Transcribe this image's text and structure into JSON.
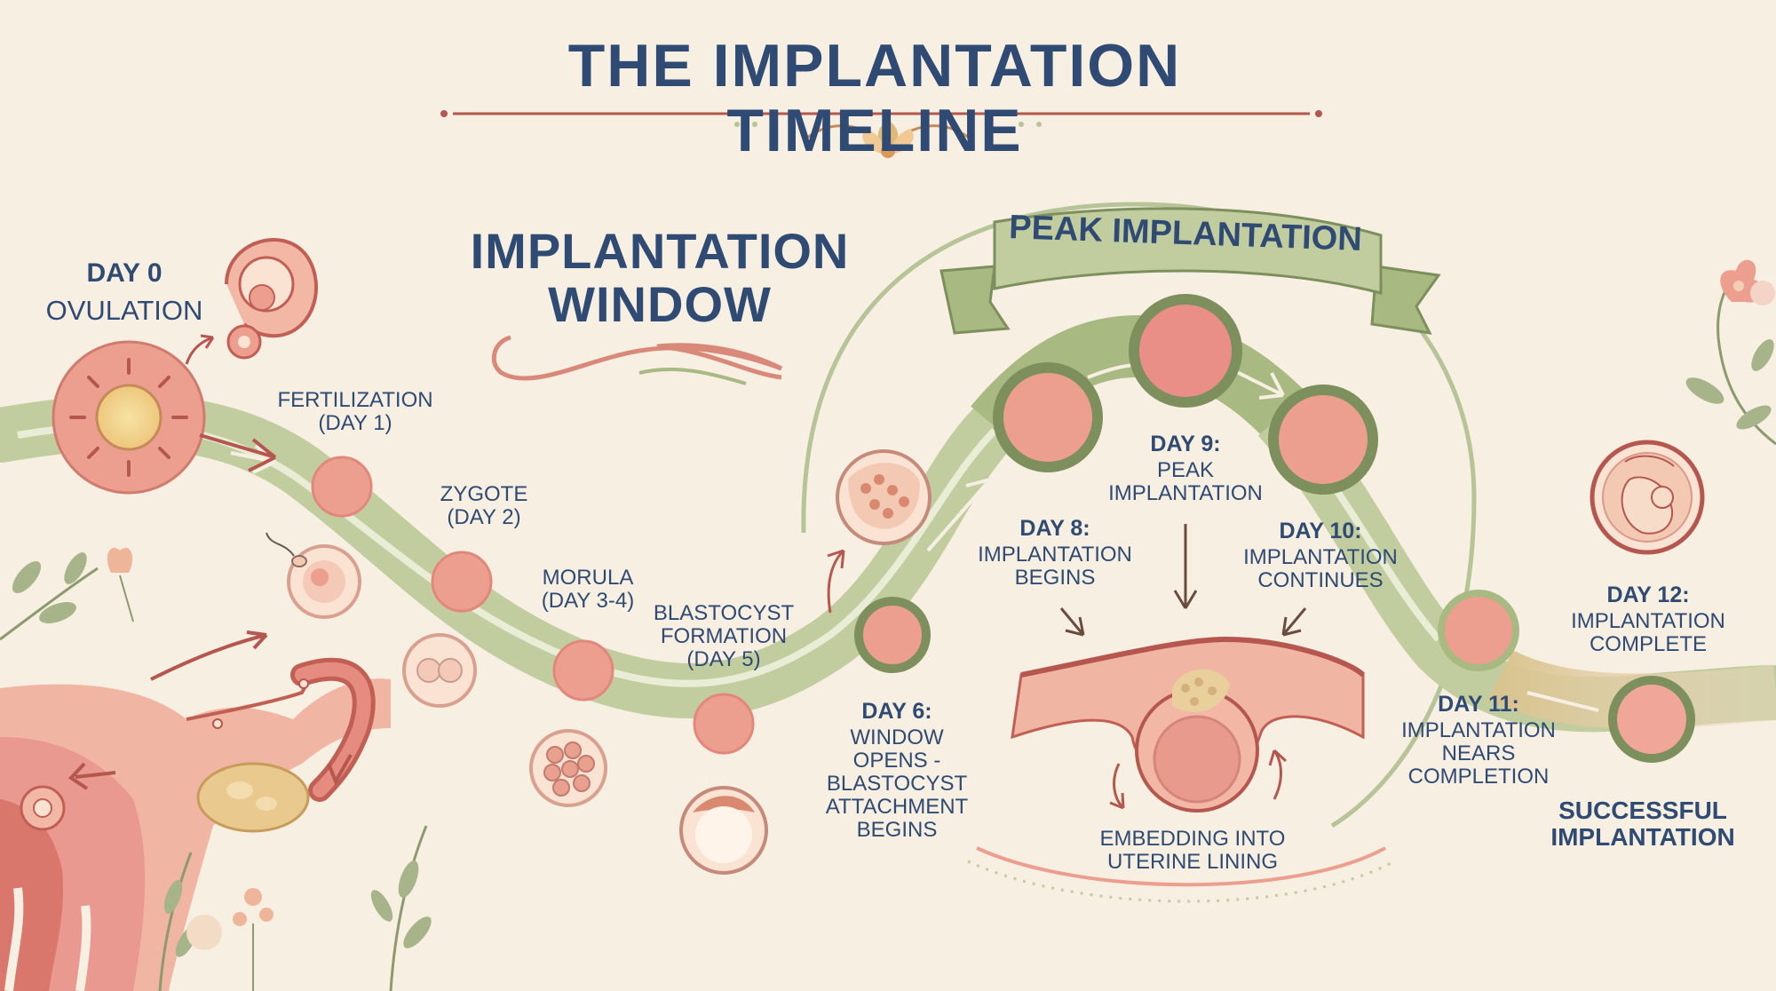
{
  "title": "THE IMPLANTATION TIMELINE",
  "window_title": "IMPLANTATION\nWINDOW",
  "banner": "PEAK IMPLANTATION",
  "labels": {
    "day0_title": "DAY 0",
    "day0_text": "OVULATION",
    "fertilization": "FERTILIZATION\n(DAY 1)",
    "zygote": "ZYGOTE\n(DAY 2)",
    "morula": "MORULA\n(DAY 3-4)",
    "blastocyst": "BLASTOCYST\nFORMATION\n(DAY 5)",
    "day6_title": "DAY 6:",
    "day6_text": "WINDOW\nOPENS -\nBLASTOCYST\nATTACHMENT\nBEGINS",
    "day8_title": "DAY 8:",
    "day8_text": "IMPLANTATION\nBEGINS",
    "day9_title": "DAY 9:",
    "day9_text": "PEAK\nIMPLANTATION",
    "day10_title": "DAY 10:",
    "day10_text": "IMPLANTATION\nCONTINUES",
    "day11_title": "DAY 11:",
    "day11_text": "IMPLANTATION\nNEARS\nCOMPLETION",
    "day12_title": "DAY 12:",
    "day12_text": "IMPLANTATION\nCOMPLETE",
    "embedding": "EMBEDDING INTO\nUTERINE LINING",
    "success": "SUCCESSFUL\nIMPLANTATION"
  },
  "colors": {
    "navy": "#2f4a73",
    "cream": "#f7efe2",
    "sage": "#b7c497",
    "sage_dark": "#7c8f5c",
    "rose": "#e99990",
    "rose_dark": "#b5574f",
    "peach": "#f4c6b3"
  }
}
